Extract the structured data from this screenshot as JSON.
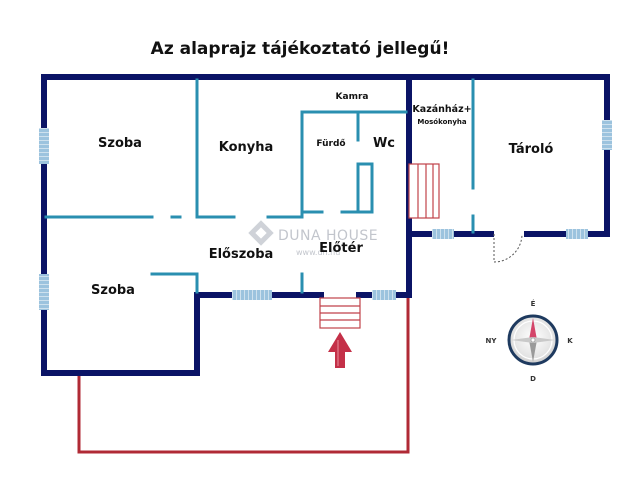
{
  "title": "Az alaprajz tájékoztató jellegű!",
  "rooms": {
    "szoba_top": "Szoba",
    "konyha": "Konyha",
    "kamra": "Kamra",
    "furdo": "Fürdő",
    "wc": "Wc",
    "kazanhaz": "Kazánház+",
    "mosokonyha": "Mosókonyha",
    "tarolo": "Tároló",
    "eloszoba": "Előszoba",
    "eloter": "Előtér",
    "szoba_bottom": "Szoba"
  },
  "watermark": {
    "brand": "DUNA HOUSE",
    "url": "www.dh.hu"
  },
  "compass": {
    "north": "É",
    "south": "D",
    "east": "K",
    "west": "NY"
  },
  "colors": {
    "outer_wall": "#0b1466",
    "inner_wall": "#2a8fb0",
    "window": "#8fb8d6",
    "terrace": "#b02a35",
    "stairs": "#c0424a",
    "arrow": "#c43048"
  }
}
